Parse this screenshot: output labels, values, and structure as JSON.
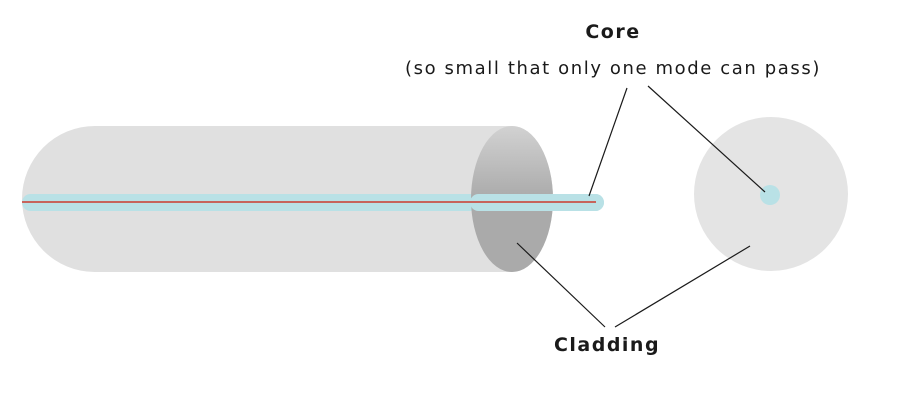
{
  "labels": {
    "core_title": "Core",
    "core_note": "(so small that only one mode can pass)",
    "cladding": "Cladding"
  },
  "colors": {
    "cladding_body": "#e0e0e0",
    "cladding_cross_section": "#e4e4e4",
    "core": "#b9e1e6",
    "light_ray": "#cc3b2e",
    "end_face_dark": "#aaaaaa",
    "end_face_light": "#d2d2d2",
    "leader_line": "#1a1a1a"
  }
}
